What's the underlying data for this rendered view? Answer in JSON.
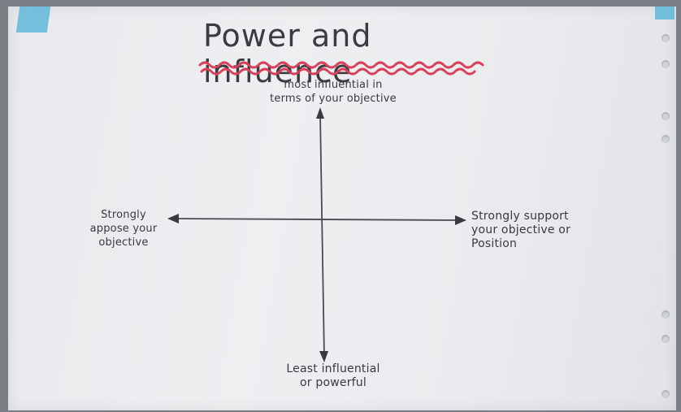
{
  "title": "Power and influence",
  "labels": {
    "top": "most influential in\nterms of your objective",
    "bottom": "Least influential\nor powerful",
    "left": "Strongly\nappose your\nobjective",
    "right": "Strongly support\nyour objective or\nPosition"
  },
  "colors": {
    "ink": "#3a3a3e",
    "underline": "#d9415a",
    "tape": "#5fb7d9"
  }
}
